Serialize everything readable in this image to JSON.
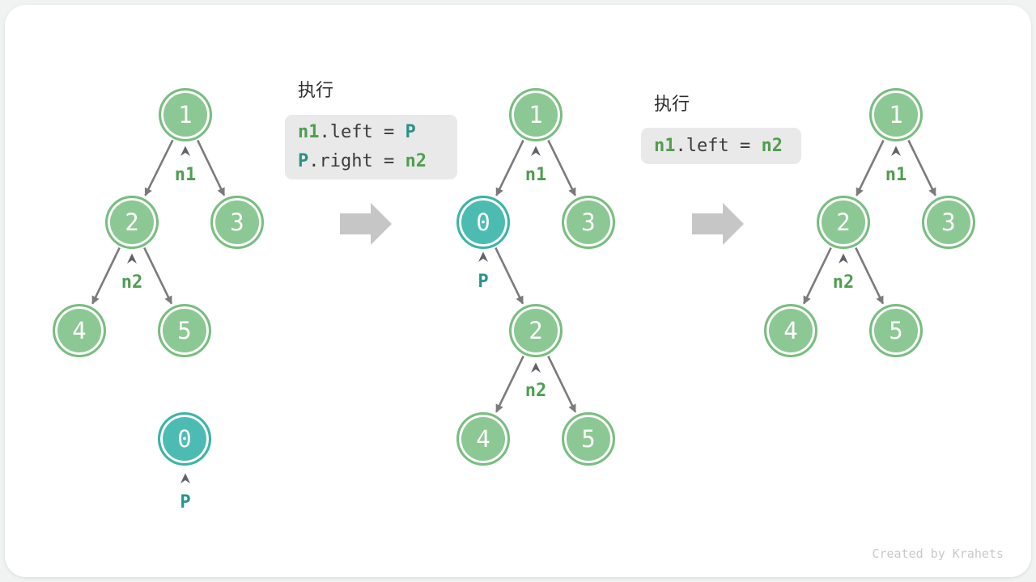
{
  "colors": {
    "page_background": "#f1f3f3",
    "canvas_background": "#ffffff",
    "node_green_fill": "#8cc893",
    "node_green_border": "#79bd80",
    "node_teal_fill": "#4cbcb2",
    "node_teal_border": "#3cb3a8",
    "pointer_green": "#4e9e51",
    "pointer_teal": "#27958d",
    "code_green": "#4f9e4f",
    "code_teal": "#2a9187",
    "code_text": "#3b3b3b",
    "code_background": "#e9e9e9",
    "edge_gray": "#7b7b7b",
    "step_arrow_gray": "#c6c6c6",
    "credit_gray": "#c9c9c9"
  },
  "step1": {
    "title": "执行",
    "code_line1": {
      "lhs": "n1",
      "middle": ".left = ",
      "rhs": "P"
    },
    "code_line2": {
      "lhs": "P",
      "middle": ".right = ",
      "rhs": "n2"
    }
  },
  "step2": {
    "title": "执行",
    "code_line1": {
      "lhs": "n1",
      "middle": ".left = ",
      "rhs": "n2"
    }
  },
  "tree_initial": {
    "nodes": [
      {
        "value": "1"
      },
      {
        "value": "2"
      },
      {
        "value": "3"
      },
      {
        "value": "4"
      },
      {
        "value": "5"
      }
    ],
    "detached_node": {
      "value": "0"
    },
    "edges": [
      [
        "1",
        "2"
      ],
      [
        "1",
        "3"
      ],
      [
        "2",
        "4"
      ],
      [
        "2",
        "5"
      ]
    ],
    "pointers": [
      {
        "label": "n1",
        "points_to": "1"
      },
      {
        "label": "n2",
        "points_to": "2"
      },
      {
        "label": "P",
        "points_to": "0"
      }
    ]
  },
  "tree_step1": {
    "nodes": [
      {
        "value": "1"
      },
      {
        "value": "0"
      },
      {
        "value": "3"
      },
      {
        "value": "2"
      },
      {
        "value": "4"
      },
      {
        "value": "5"
      }
    ],
    "edges": [
      [
        "1",
        "0"
      ],
      [
        "1",
        "3"
      ],
      [
        "0",
        "2"
      ],
      [
        "2",
        "4"
      ],
      [
        "2",
        "5"
      ]
    ],
    "pointers": [
      {
        "label": "n1",
        "points_to": "1"
      },
      {
        "label": "P",
        "points_to": "0"
      },
      {
        "label": "n2",
        "points_to": "2"
      }
    ]
  },
  "tree_step2": {
    "nodes": [
      {
        "value": "1"
      },
      {
        "value": "2"
      },
      {
        "value": "3"
      },
      {
        "value": "4"
      },
      {
        "value": "5"
      }
    ],
    "edges": [
      [
        "1",
        "2"
      ],
      [
        "1",
        "3"
      ],
      [
        "2",
        "4"
      ],
      [
        "2",
        "5"
      ]
    ],
    "pointers": [
      {
        "label": "n1",
        "points_to": "1"
      },
      {
        "label": "n2",
        "points_to": "2"
      }
    ]
  },
  "footer": {
    "credit": "Created by Krahets"
  }
}
